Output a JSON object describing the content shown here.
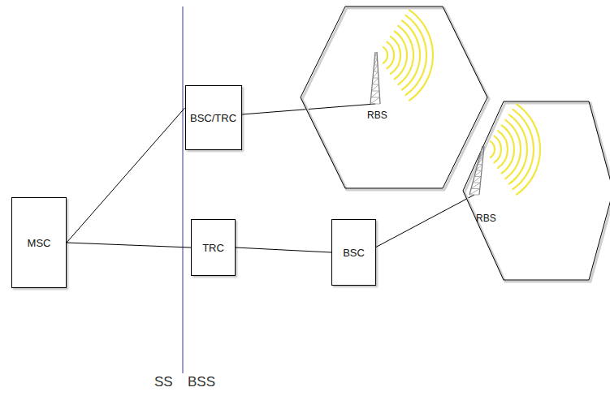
{
  "diagram": {
    "nodes": [
      {
        "text": [
          "BSC/TRC"
        ]
      },
      {
        "text": [
          "RBS"
        ]
      },
      {
        "text": [
          "RBS"
        ]
      },
      {
        "text": [
          "MSC"
        ]
      },
      {
        "text": [
          "TRC"
        ]
      },
      {
        "text": [
          "BSC"
        ]
      }
    ],
    "edges": [
      {
        "from": 3,
        "to": 0,
        "arrow": "none"
      },
      {
        "from": 0,
        "to": 1,
        "arrow": "none"
      },
      {
        "from": 3,
        "to": 4,
        "arrow": "none"
      },
      {
        "from": 4,
        "to": 5,
        "arrow": "none"
      },
      {
        "from": 5,
        "to": 2,
        "arrow": "none"
      }
    ],
    "labels": [
      "SS",
      "BSS"
    ]
  }
}
